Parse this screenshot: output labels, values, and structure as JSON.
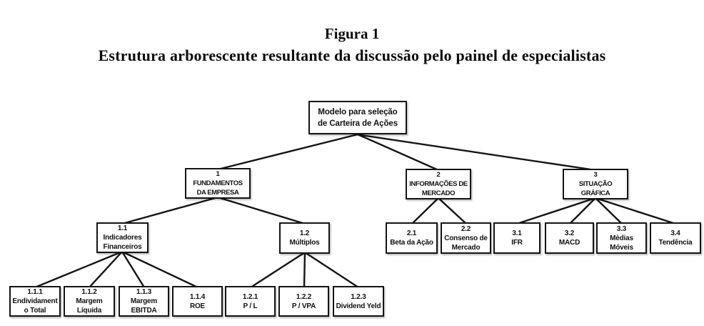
{
  "figure": {
    "label": "Figura 1",
    "title": "Estrutura arborescente resultante da discussão pelo painel de especialistas"
  },
  "tree": {
    "root": {
      "id": "root",
      "label": "Modelo para seleção\nde Carteira de Ações",
      "children": [
        {
          "id": "1",
          "label": "1\nFUNDAMENTOS\nDA EMPRESA",
          "children": [
            {
              "id": "1.1",
              "label": "1.1\nIndicadores\nFinanceiros",
              "children": [
                {
                  "id": "1.1.1",
                  "label": "1.1.1\nEndividament\no Total"
                },
                {
                  "id": "1.1.2",
                  "label": "1.1.2\nMargem\nLíquida"
                },
                {
                  "id": "1.1.3",
                  "label": "1.1.3\nMargem\nEBITDA"
                },
                {
                  "id": "1.1.4",
                  "label": "1.1.4\nROE"
                }
              ]
            },
            {
              "id": "1.2",
              "label": "1.2\nMúltiplos",
              "children": [
                {
                  "id": "1.2.1",
                  "label": "1.2.1\nP / L"
                },
                {
                  "id": "1.2.2",
                  "label": "1.2.2\nP / VPA"
                },
                {
                  "id": "1.2.3",
                  "label": "1.2.3\nDividend Yeld"
                }
              ]
            }
          ]
        },
        {
          "id": "2",
          "label": "2\nINFORMAÇÕES DE\nMERCADO",
          "children": [
            {
              "id": "2.1",
              "label": "2.1\nBeta da Ação"
            },
            {
              "id": "2.2",
              "label": "2.2\nConsenso de\nMercado"
            }
          ]
        },
        {
          "id": "3",
          "label": "3\nSITUAÇÃO\nGRÁFICA",
          "children": [
            {
              "id": "3.1",
              "label": "3.1\nIFR"
            },
            {
              "id": "3.2",
              "label": "3.2\nMACD"
            },
            {
              "id": "3.3",
              "label": "3.3\nMèdias\nMóveis"
            },
            {
              "id": "3.4",
              "label": "3.4\nTendência"
            }
          ]
        }
      ]
    }
  },
  "colors": {
    "background": "#ffffff",
    "box_border": "#141414",
    "text": "#111111",
    "edge": "#141414"
  }
}
